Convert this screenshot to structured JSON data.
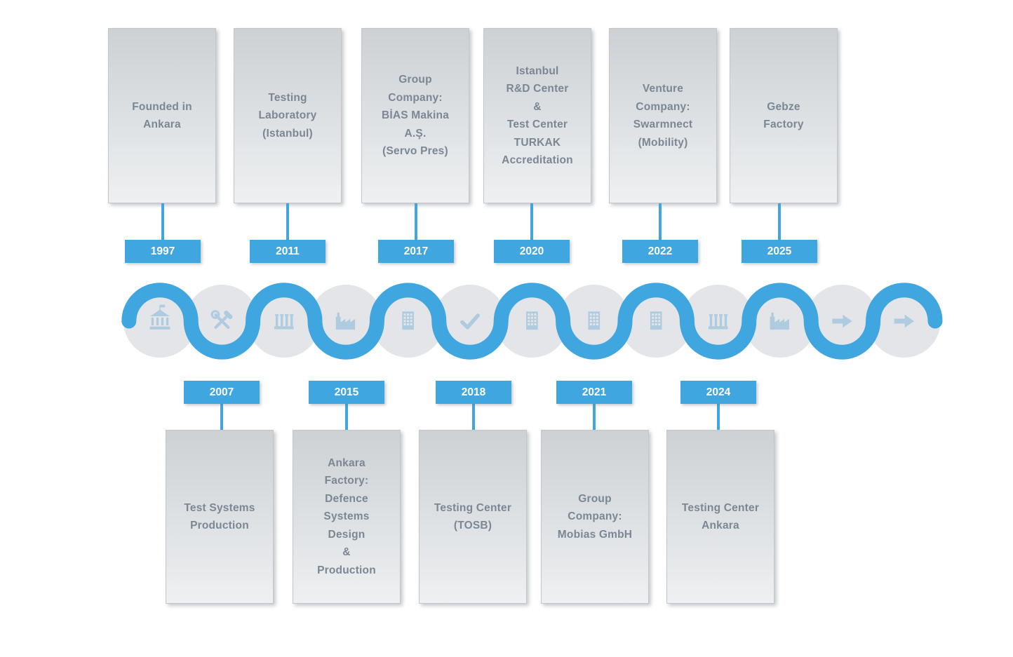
{
  "colors": {
    "accent": "#3FA6DF",
    "node_fill": "#E3E5E8",
    "icon_color": "#AFCBDF",
    "card_text": "#7B8793"
  },
  "timeline": {
    "top": [
      {
        "year": "1997",
        "label": "Founded in\nAnkara"
      },
      {
        "year": "2011",
        "label": "Testing\nLaboratory\n(Istanbul)"
      },
      {
        "year": "2017",
        "label": "Group\nCompany:\nBİAS Makina\nA.Ş.\n(Servo Pres)"
      },
      {
        "year": "2020",
        "label": "Istanbul\nR&D Center\n&\nTest Center\nTURKAK\nAccreditation"
      },
      {
        "year": "2022",
        "label": "Venture\nCompany:\nSwarmnect\n(Mobility)"
      },
      {
        "year": "2025",
        "label": "Gebze\nFactory"
      }
    ],
    "bottom": [
      {
        "year": "2007",
        "label": "Test Systems\nProduction"
      },
      {
        "year": "2015",
        "label": "Ankara\nFactory:\nDefence\nSystems\nDesign\n&\nProduction"
      },
      {
        "year": "2018",
        "label": "Testing Center\n(TOSB)"
      },
      {
        "year": "2021",
        "label": "Group\nCompany:\nMobias GmbH"
      },
      {
        "year": "2024",
        "label": "Testing Center\nAnkara"
      }
    ],
    "icons": [
      "bank-icon",
      "tools-icon",
      "test-rig-icon",
      "factory-icon",
      "building-icon",
      "check-icon",
      "building-icon",
      "building-icon",
      "building-icon",
      "test-rig-icon",
      "factory-icon",
      "arrow-icon",
      "arrow-icon"
    ]
  }
}
